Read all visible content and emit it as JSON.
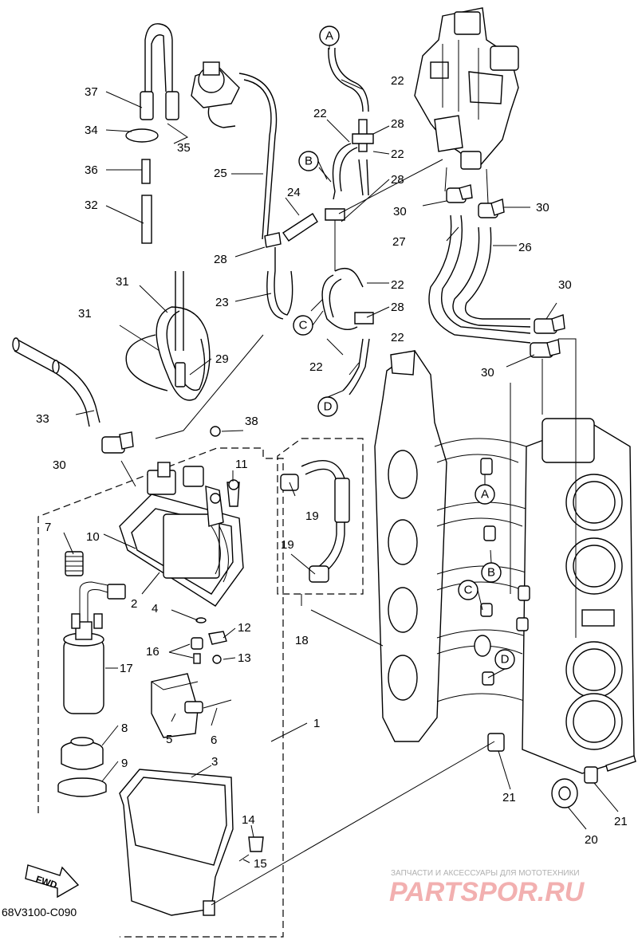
{
  "diagram": {
    "code": "68V3100-C090",
    "fwd_label": "FWD",
    "watermark_top": "ЗАПЧАСТИ И АКСЕССУАРЫ ДЛЯ МОТОТЕХНИКИ",
    "watermark_main": "PARTSPOR.RU",
    "part_numbers": [
      "1",
      "2",
      "3",
      "4",
      "5",
      "6",
      "7",
      "8",
      "9",
      "10",
      "11",
      "12",
      "13",
      "14",
      "15",
      "16",
      "17",
      "18",
      "19",
      "19",
      "20",
      "21",
      "21",
      "22",
      "22",
      "22",
      "22",
      "22",
      "22",
      "23",
      "24",
      "25",
      "26",
      "27",
      "28",
      "28",
      "28",
      "28",
      "29",
      "30",
      "30",
      "30",
      "30",
      "30",
      "31",
      "31",
      "32",
      "33",
      "34",
      "35",
      "36",
      "37",
      "38"
    ],
    "connectors": [
      "A",
      "B",
      "C",
      "D",
      "A",
      "B",
      "C",
      "D"
    ]
  }
}
